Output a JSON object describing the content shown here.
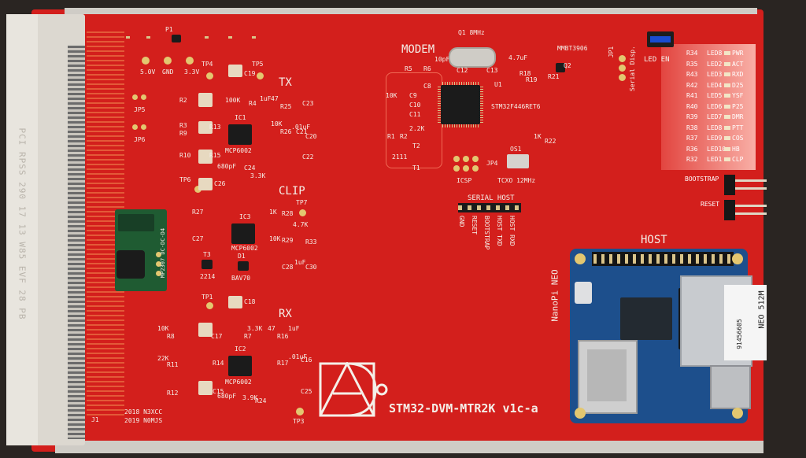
{
  "board": {
    "title": "STM32-DVM-MTR2K v1c-a",
    "credits": [
      "2018 N3XCC",
      "2019 N0MJS"
    ],
    "connector": "J1",
    "edge_text": "PCI RPSS 290 17 13 W85 EVF 28 PB",
    "colors": {
      "pcb": "#d31f1c",
      "silkscreen": "#f4efe8",
      "pad": "#e3c770",
      "bracket": "#cfccc6",
      "background": "#2a2522"
    }
  },
  "sections": {
    "tx": "TX",
    "clip": "CLIP",
    "rx": "RX",
    "modem": "MODEM",
    "host": "HOST",
    "serial_host": "SERIAL HOST"
  },
  "labels": {
    "supply": [
      "5.0V",
      "GND",
      "3.3V"
    ],
    "testpoints": [
      "TP4",
      "TP5",
      "TP6",
      "TP7",
      "TP1",
      "TP3"
    ],
    "jumpers": [
      "JP5",
      "JP6",
      "JP4",
      "JP1",
      "P1"
    ],
    "ics": [
      "IC1",
      "IC2",
      "IC3"
    ],
    "ic_part": "MCP6002",
    "mcu_ref": "U1",
    "mcu": "STM32F446RET6",
    "transistor": "MMBT3906",
    "osc": "OS1",
    "tcxo": "TCXO 12MHz",
    "icsp": "ICSP",
    "crystal": "Q1 8MHz",
    "serial_disp": "Serial Disp.",
    "led_en": "LED EN",
    "bootstrap": "BOOTSTRAP",
    "reset": "RESET",
    "diode": "D1",
    "diode_part": "BAV70",
    "t3": "T3",
    "t3_part": "2214",
    "t1_part": "2111",
    "dcdc": "MP2307 DC-DC-D4",
    "serial_pins": [
      "GND",
      "RESET",
      "BOOTSTRAP",
      "HOST TXD",
      "HOST RXD"
    ],
    "nanopi": "NanoPi NEO",
    "neo_sticker": "NEO 512M",
    "neo_serial": "91456605"
  },
  "leds": [
    {
      "ref": "R34",
      "led": "LED8",
      "fn": "PWR"
    },
    {
      "ref": "R35",
      "led": "LED2",
      "fn": "ACT"
    },
    {
      "ref": "R43",
      "led": "LED3",
      "fn": "RXD"
    },
    {
      "ref": "R42",
      "led": "LED4",
      "fn": "D25"
    },
    {
      "ref": "R41",
      "led": "LED5",
      "fn": "YSF"
    },
    {
      "ref": "R40",
      "led": "LED6",
      "fn": "P25"
    },
    {
      "ref": "R39",
      "led": "LED7",
      "fn": "DMR"
    },
    {
      "ref": "R38",
      "led": "LED8",
      "fn": "PTT"
    },
    {
      "ref": "R37",
      "led": "LED9",
      "fn": "COS"
    },
    {
      "ref": "R36",
      "led": "LED10",
      "fn": "HB"
    },
    {
      "ref": "R32",
      "led": "LED1",
      "fn": "CLP"
    }
  ],
  "components": {
    "tx_vals": [
      "R2",
      "R3",
      "R9",
      "R13",
      "R10",
      "R15",
      "100K",
      "47",
      "R4",
      "R25",
      "R26",
      "C21",
      "C20",
      "C24",
      "3.3K",
      "680pF",
      ".01uF",
      "C23",
      "C22",
      "10K",
      "1uF",
      "C19",
      "C26"
    ],
    "clip_vals": [
      "R27",
      "R28",
      "R29",
      "R33",
      "1K",
      "10K",
      "1uF",
      "C27",
      "C28",
      "C30",
      "4.7K"
    ],
    "rx_vals": [
      "R8",
      "R11",
      "R12",
      "R14",
      "R7",
      "R16",
      "R24",
      "R17",
      "10K",
      "22K",
      "3.3K",
      "3.9K",
      "680pF",
      "C17",
      "C15",
      "C18",
      "C25",
      "C16",
      ".01uF",
      "1uF",
      "47"
    ],
    "modem_vals": [
      "10pF",
      "C12",
      "C13",
      "C9",
      "C10",
      "C11",
      "C8",
      "R5",
      "R6",
      "R18",
      "R19",
      "R21",
      "R22",
      "R1",
      "R2",
      "2.2K",
      "10K",
      "1K",
      "4.7uF",
      "T2",
      "T1",
      "Q2"
    ]
  }
}
